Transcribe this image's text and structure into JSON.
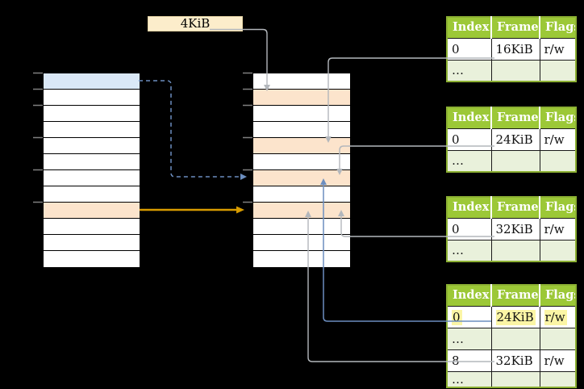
{
  "note": {
    "label": "4KiB"
  },
  "columns": {
    "left": {
      "rows": [
        "blue",
        "white",
        "white",
        "white",
        "white",
        "white",
        "white",
        "white",
        "orange",
        "white",
        "white",
        "white"
      ]
    },
    "middle": {
      "rows": [
        "white",
        "orange",
        "white",
        "white",
        "orange",
        "white",
        "orange",
        "white",
        "orange",
        "white",
        "white",
        "white"
      ]
    }
  },
  "tables": [
    {
      "name": "page-table-16kib",
      "headers": [
        "Index",
        "Frame",
        "Flags"
      ],
      "rows": [
        {
          "type": "data",
          "highlight": false,
          "cells": [
            "0",
            "16KiB",
            "r/w"
          ]
        },
        {
          "type": "dots",
          "highlight": false,
          "cells": [
            "…",
            "",
            ""
          ]
        }
      ]
    },
    {
      "name": "page-table-24kib",
      "headers": [
        "Index",
        "Frame",
        "Flags"
      ],
      "rows": [
        {
          "type": "data",
          "highlight": false,
          "cells": [
            "0",
            "24KiB",
            "r/w"
          ]
        },
        {
          "type": "dots",
          "highlight": false,
          "cells": [
            "…",
            "",
            ""
          ]
        }
      ]
    },
    {
      "name": "page-table-32kib",
      "headers": [
        "Index",
        "Frame",
        "Flags"
      ],
      "rows": [
        {
          "type": "data",
          "highlight": false,
          "cells": [
            "0",
            "32KiB",
            "r/w"
          ]
        },
        {
          "type": "dots",
          "highlight": false,
          "cells": [
            "…",
            "",
            ""
          ]
        }
      ]
    },
    {
      "name": "page-table-mixed",
      "headers": [
        "Index",
        "Frame",
        "Flags"
      ],
      "rows": [
        {
          "type": "data",
          "highlight": true,
          "cells": [
            "0",
            "24KiB",
            "r/w"
          ]
        },
        {
          "type": "dots",
          "highlight": false,
          "cells": [
            "…",
            "",
            ""
          ]
        },
        {
          "type": "data",
          "highlight": false,
          "cells": [
            "8",
            "32KiB",
            "r/w"
          ]
        },
        {
          "type": "dots",
          "highlight": false,
          "cells": [
            "…",
            "",
            ""
          ]
        }
      ]
    }
  ],
  "colors": {
    "table_header_green": "#9CC837",
    "table_border_green": "#8CB033",
    "table_alt_row_green": "#E9F1DB",
    "cell_blue": "#DAE8F7",
    "cell_orange": "#FCE4CC",
    "note_fill": "#FCEDCB",
    "highlight_yellow": "#FBF5A5",
    "connector_gray": "#B3B7BC",
    "connector_blue": "#6C8EBF",
    "connector_orange": "#D79B00"
  }
}
